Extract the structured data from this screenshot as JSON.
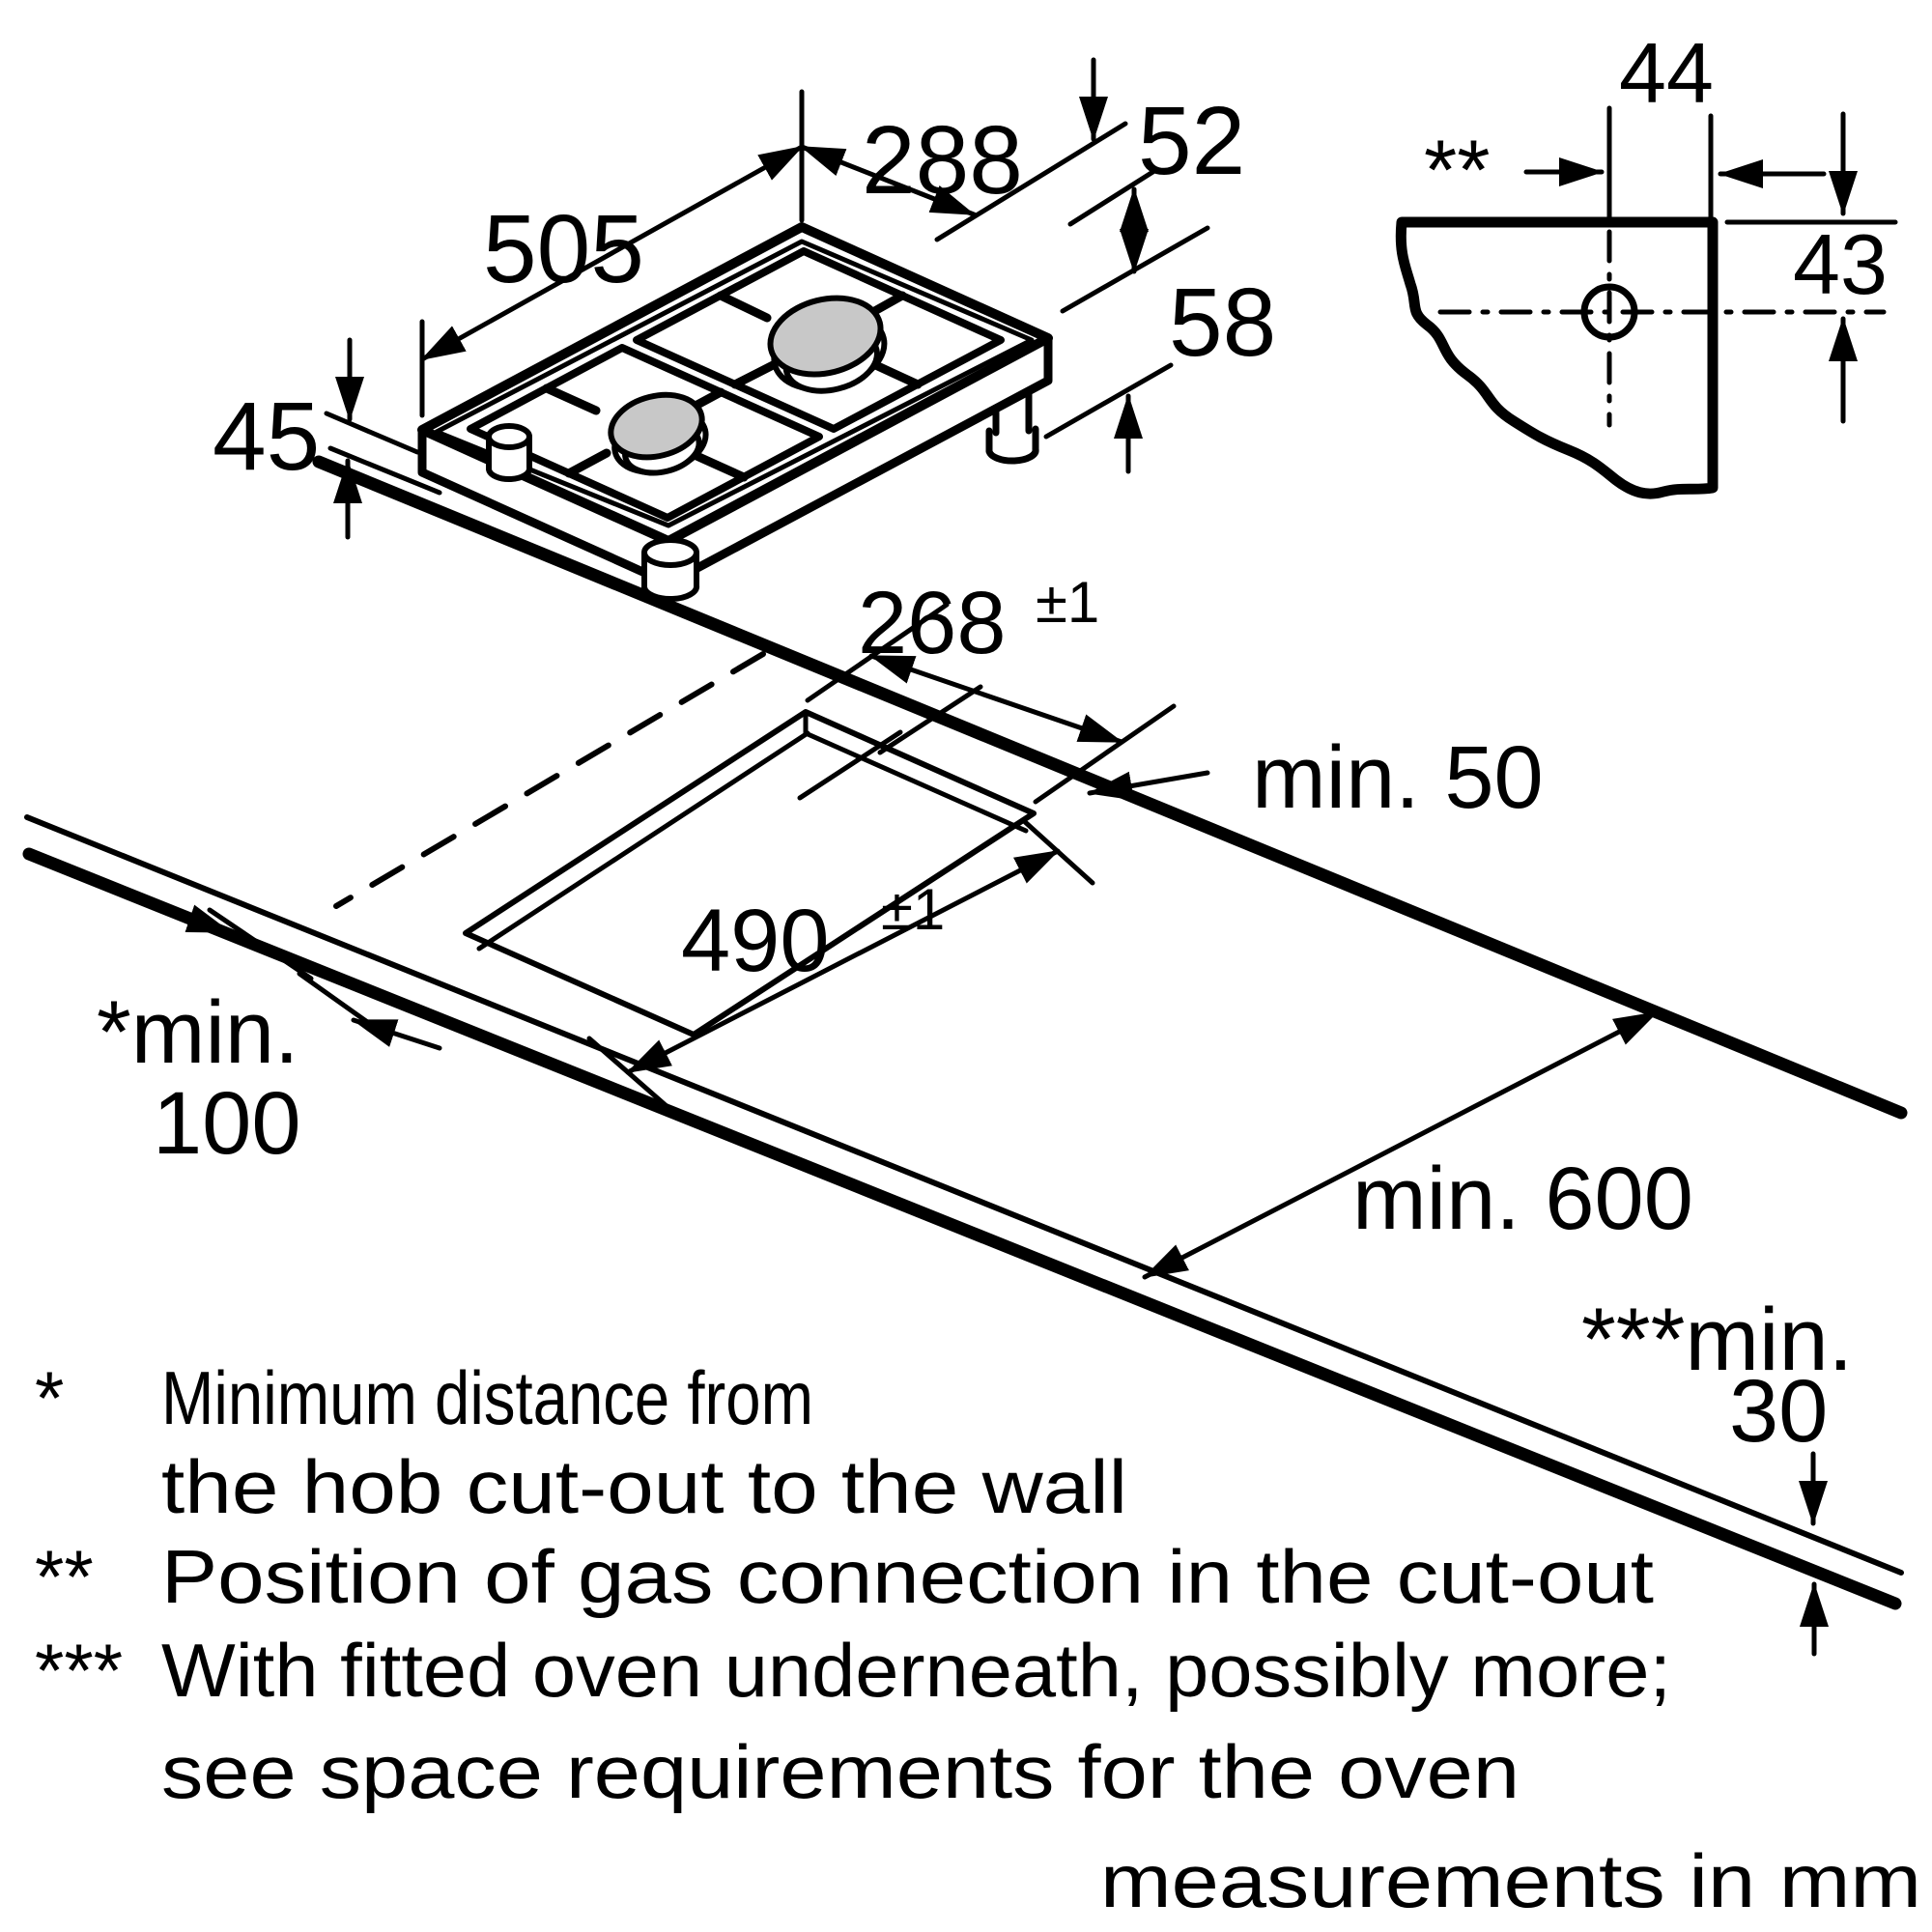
{
  "hob": {
    "length": "505",
    "width": "288",
    "grate_height": "52",
    "body_height": "45",
    "connection_depth": "58"
  },
  "gas_detail": {
    "marker": "**",
    "offset_horizontal": "44",
    "offset_vertical": "43"
  },
  "worktop": {
    "cutout_width": "268",
    "cutout_width_tolerance": "±1",
    "cutout_depth": "490",
    "cutout_depth_tolerance": "±1",
    "back_clearance": "min. 50",
    "side_clearance_label": "*min.",
    "side_clearance_value": "100",
    "depth": "min. 600",
    "oven_clearance_label": "***min.",
    "oven_clearance_value": "30"
  },
  "legend": {
    "entries": [
      {
        "marker": "*",
        "line1": "Minimum distance from",
        "line2": "the hob cut-out to the wall"
      },
      {
        "marker": "**",
        "line1": "Position of gas connection in the cut-out",
        "line2": ""
      },
      {
        "marker": "***",
        "line1": "With fitted oven underneath, possibly more;",
        "line2": "see space requirements for the oven"
      }
    ]
  },
  "footer": "measurements in mm"
}
